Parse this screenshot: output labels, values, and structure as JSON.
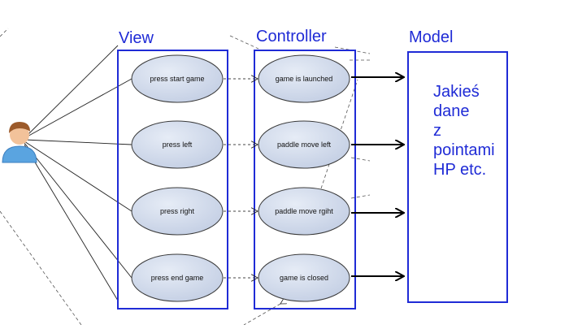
{
  "view": {
    "title": "View"
  },
  "controller": {
    "title": "Controller"
  },
  "model": {
    "title": "Model",
    "text_lines": [
      "Jakieś",
      "dane",
      "z",
      "pointami",
      "HP etc."
    ]
  },
  "use_cases": {
    "view": [
      "press start game",
      "press left",
      "press right",
      "press end game"
    ],
    "controller": [
      "game is launched",
      "paddle move left",
      "paddle move rgiht",
      "game is closed"
    ]
  },
  "colors": {
    "frame": "#1f2bd6",
    "ellipse_fill": "#ccd6ea",
    "ellipse_stroke": "#3a3a3a",
    "actor_body": "#5aa4e0",
    "actor_hair": "#9c5a2a",
    "actor_skin": "#f2c29a"
  },
  "icons": {
    "actor": "user-actor-icon"
  }
}
